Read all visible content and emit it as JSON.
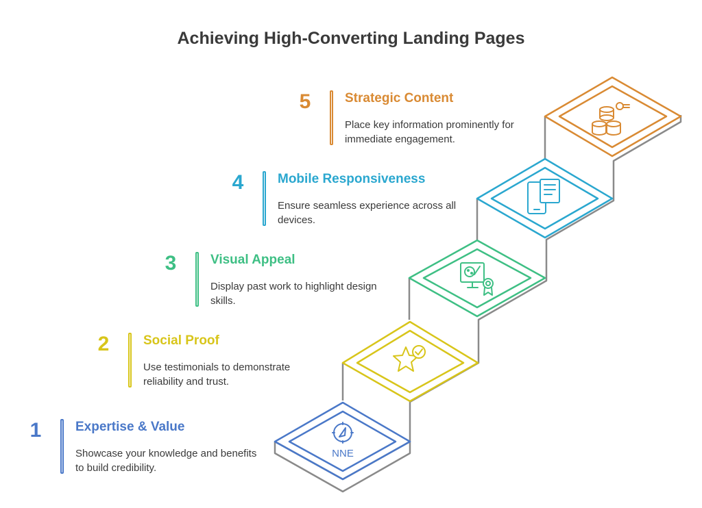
{
  "title": "Achieving High-Converting Landing Pages",
  "steps": [
    {
      "number": "1",
      "heading": "Expertise & Value",
      "description": "Showcase your knowledge and benefits to build credibility.",
      "color": "#4a78c8",
      "icon": "compass-icon",
      "icon_text": "NNE"
    },
    {
      "number": "2",
      "heading": "Social Proof",
      "description": "Use testimonials to demonstrate reliability and trust.",
      "color": "#d8c51a",
      "icon": "star-check-icon"
    },
    {
      "number": "3",
      "heading": "Visual Appeal",
      "description": "Display past work to highlight design skills.",
      "color": "#3ebf84",
      "icon": "design-award-icon"
    },
    {
      "number": "4",
      "heading": "Mobile Responsiveness",
      "description": "Ensure seamless experience across all devices.",
      "color": "#2aa7cf",
      "icon": "mobile-devices-icon"
    },
    {
      "number": "5",
      "heading": "Strategic Content",
      "description": "Place key information prominently for immediate engagement.",
      "color": "#d98a33",
      "icon": "coins-key-icon"
    }
  ]
}
